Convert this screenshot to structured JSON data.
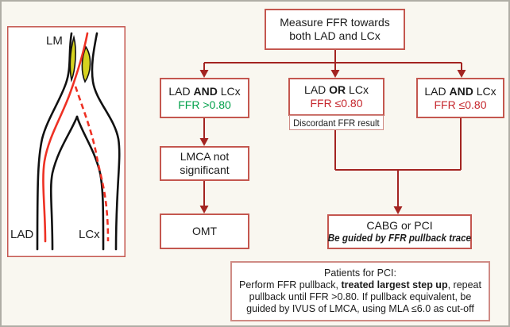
{
  "colors": {
    "background": "#f9f7f0",
    "frame_border": "#b0aea6",
    "box_border": "#c4574f",
    "light_box_border": "#cf8b85",
    "arrow": "#a32421",
    "ffr_green": "#00a04a",
    "ffr_red": "#c5262c",
    "plaque_yellow": "#d6d31f",
    "wire_red": "#ee3124"
  },
  "illustration": {
    "lm_label": "LM",
    "lad_label": "LAD",
    "lcx_label": "LCx"
  },
  "flowchart": {
    "top_box": {
      "line1": "Measure FFR towards",
      "line2": "both LAD and LCx"
    },
    "left_box": {
      "pre": "LAD ",
      "op": "AND",
      "post": " LCx",
      "ffr": "FFR >0.80"
    },
    "mid_box": {
      "pre": "LAD ",
      "op": "OR",
      "post": " LCx",
      "ffr": "FFR ≤0.80",
      "note": "Discordant FFR result"
    },
    "right_box": {
      "pre": "LAD ",
      "op": "AND",
      "post": " LCx",
      "ffr": "FFR ≤0.80"
    },
    "lmca_box": {
      "line1": "LMCA not",
      "line2": "significant"
    },
    "omt_box": {
      "label": "OMT"
    },
    "cabg_box": {
      "line1": "CABG or PCI",
      "line2": "Be guided by FFR pullback trace"
    },
    "patients_box": {
      "title": "Patients for PCI:",
      "l2_pre": "Perform FFR pullback, ",
      "l2_bold": "treated largest step up",
      "l2_post": ", repeat",
      "l3": "pullback until FFR >0.80. If pullback equivalent, be",
      "l4": "guided by IVUS of LMCA, using MLA ≤6.0 as cut-off"
    }
  }
}
